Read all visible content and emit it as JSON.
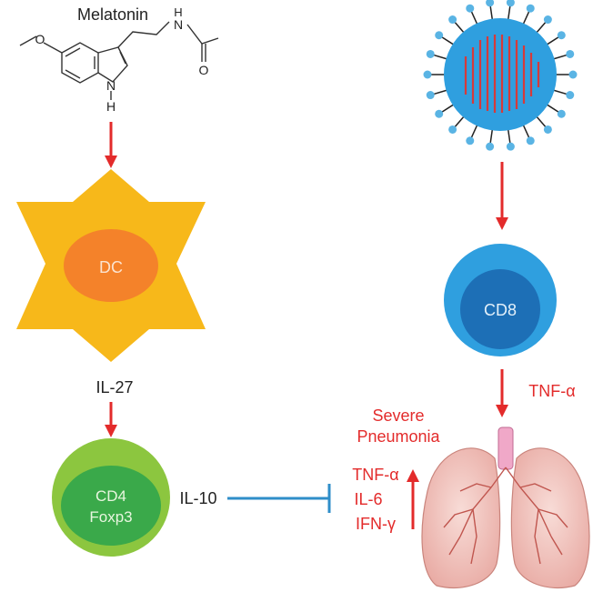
{
  "labels": {
    "melatonin": "Melatonin",
    "dc": "DC",
    "il27": "IL-27",
    "cd4": "CD4",
    "foxp3": "Foxp3",
    "il10": "IL-10",
    "cd8": "CD8",
    "tnf_alpha_upper": "TNF-α",
    "severe": "Severe",
    "pneumonia": "Pneumonia",
    "cytokines": [
      "TNF-α",
      "IL-6",
      "IFN-γ"
    ],
    "molecule_atoms": {
      "hydrogen": "H",
      "nitrogen_ring": "N",
      "nitrogen_amide": "N",
      "oxygen_methoxy": "O",
      "oxygen_carbonyl": "O",
      "amide_h": "H"
    }
  },
  "colors": {
    "arrow": "#e32b2b",
    "inhibit_line": "#2f8ec9",
    "star_fill": "#f7b81a",
    "dc_nucleus": "#f4822a",
    "cd4_outer": "#8cc63f",
    "cd4_inner": "#3aa94a",
    "cd8_outer": "#2f9fdf",
    "cd8_inner": "#1d6fb6",
    "virus_body": "#2f9fdf",
    "virus_spike_tip": "#5ab4e4",
    "virus_rna": "#d63a3a",
    "lung_tissue": "#f2c9c4",
    "lung_vessels": "#c0564f",
    "red_text": "#e32b2b"
  },
  "icons": {
    "molecule": "melatonin-structure-icon",
    "virus": "coronavirus-icon",
    "lungs": "lungs-icon"
  }
}
